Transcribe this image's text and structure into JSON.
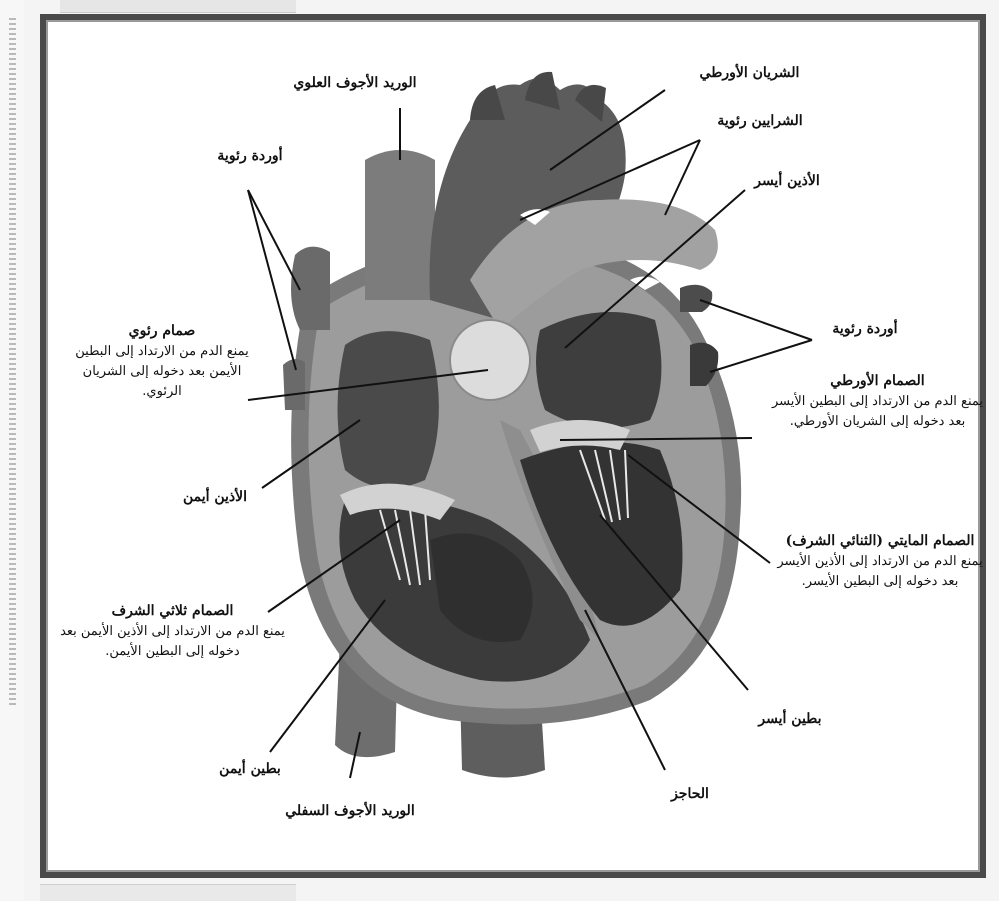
{
  "labels": {
    "svc": "الوريد الأجوف العلوي",
    "aorta": "الشريان الأورطي",
    "pulm_artery": "الشرايين رئوية",
    "pulm_veins_left": "أوردة رئوية",
    "left_atrium": "الأذين أيسر",
    "pulm_veins_right": "أوردة رئوية",
    "pulm_valve": {
      "title": "صمام رئوي",
      "text": "يمنع الدم من الارتداد إلى البطين الأيمن بعد دخوله إلى الشريان الرئوي."
    },
    "aortic_valve": {
      "title": "الصمام الأورطي",
      "text": "يمنع الدم من الارتداد إلى البطين الأيسر بعد دخوله إلى الشريان الأورطي."
    },
    "right_atrium": "الأذين أيمن",
    "mitral_valve": {
      "title": "الصمام المايتي (الثنائي الشرف)",
      "text": "يمنع الدم من الارتداد إلى الأذين الأيسر بعد دخوله إلى البطين الأيسر."
    },
    "tricuspid_valve": {
      "title": "الصمام ثلاثي الشرف",
      "text": "يمنع الدم من الارتداد إلى الأذين الأيمن بعد دخوله إلى البطين الأيمن."
    },
    "left_ventricle": "بطين أيسر",
    "right_ventricle": "بطين أيمن",
    "septum": "الحاجز",
    "ivc": "الوريد الأجوف السفلي"
  }
}
